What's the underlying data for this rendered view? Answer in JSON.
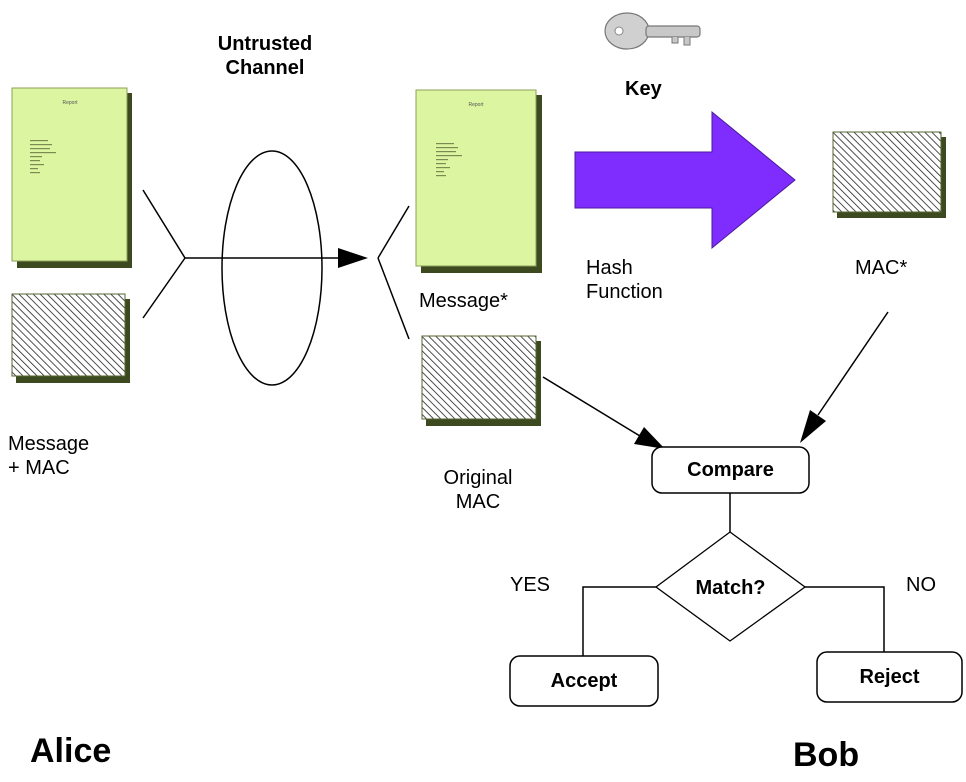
{
  "channel_label_1": "Untrusted",
  "channel_label_2": "Channel",
  "key_label": "Key",
  "sender_caption_1": "Message",
  "sender_caption_2": "+ MAC",
  "received_message_label": "Message*",
  "hash_label_1": "Hash",
  "hash_label_2": "Function",
  "computed_mac_label": "MAC*",
  "original_mac_label_1": "Original",
  "original_mac_label_2": "MAC",
  "compare_label": "Compare",
  "match_label": "Match?",
  "yes_label": "YES",
  "no_label": "NO",
  "accept_label": "Accept",
  "reject_label": "Reject",
  "sender_name": "Alice",
  "receiver_name": "Bob",
  "document_title": "Report",
  "colors": {
    "document_fill": "#dcf5a0",
    "document_shadow": "#3d4a1f",
    "arrow_fill": "#7f2cff",
    "line": "#000000"
  }
}
